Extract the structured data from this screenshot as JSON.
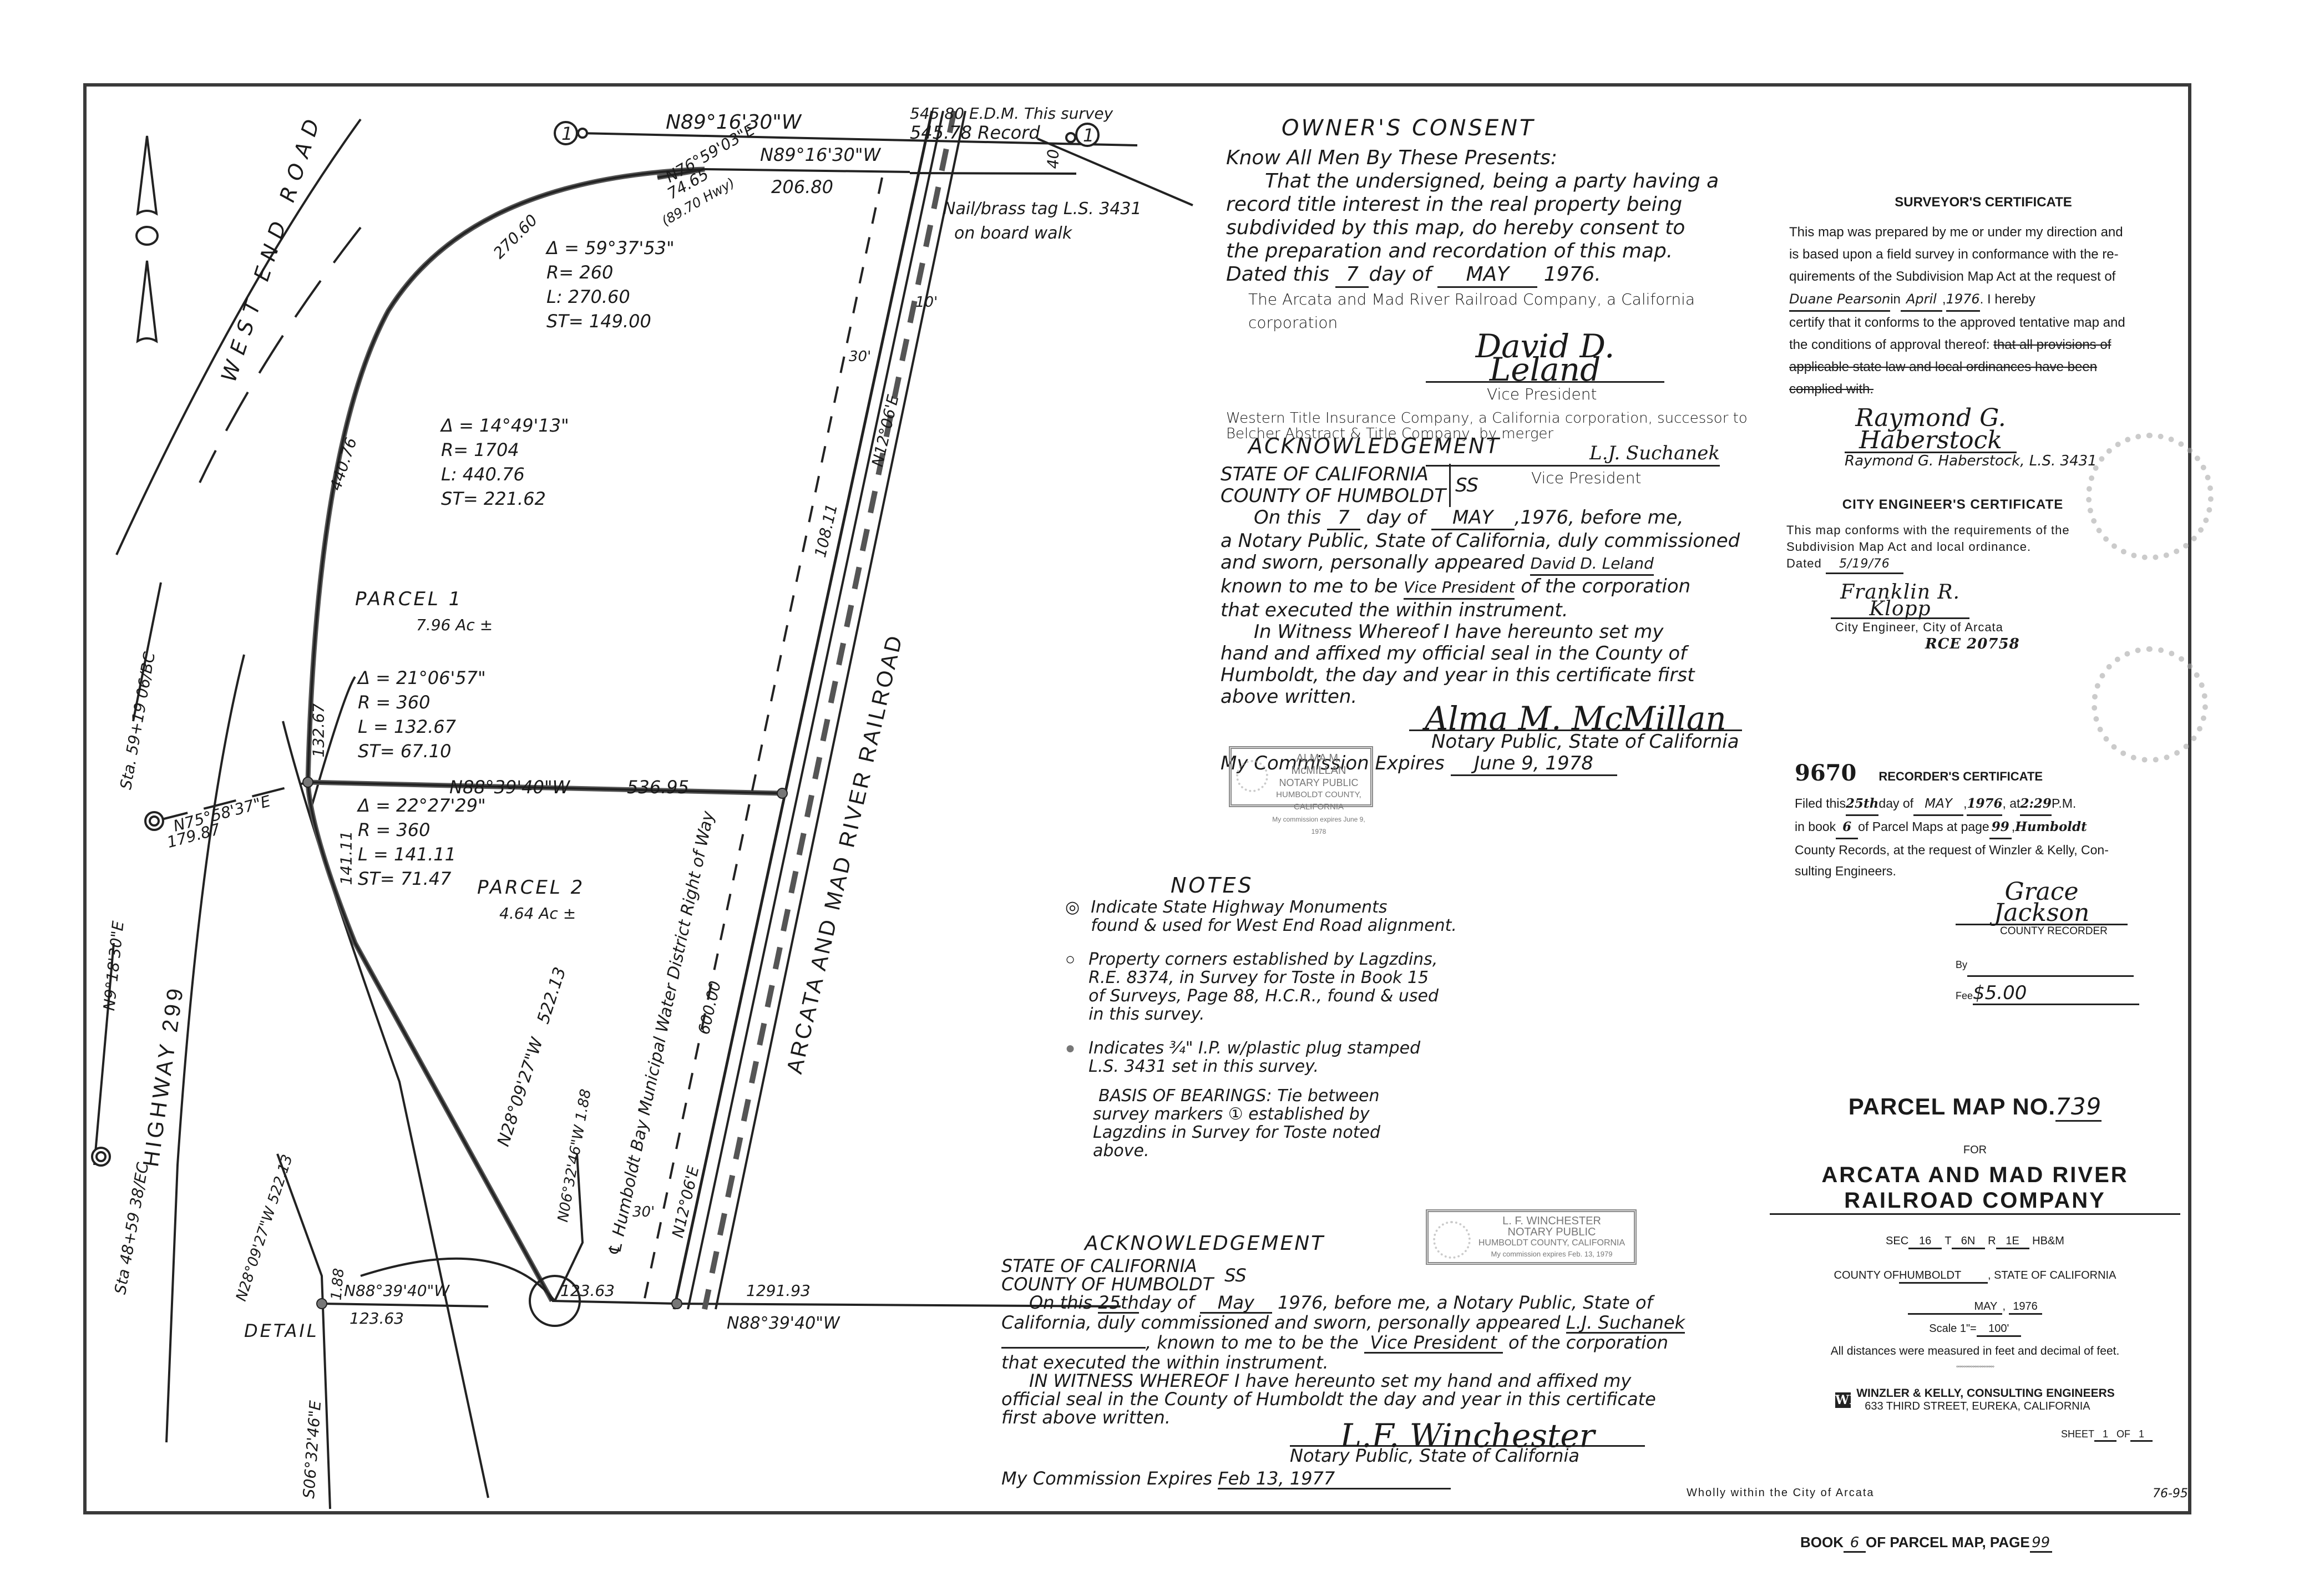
{
  "map": {
    "north_arrow": "north-arrow",
    "markers": {
      "survey_marker_label": "1"
    },
    "top_line": {
      "bearing": "N89°16'30\"W",
      "edm": "545.80 E.D.M. This survey",
      "record": "545.78 Record"
    },
    "north_boundary": {
      "bearing1": "N76°59'03\"E",
      "dist1": "74.65",
      "hwy": "(89.70 Hwy)",
      "bearing2": "N89°16'30\"W",
      "dist2": "206.80",
      "width": "40"
    },
    "nail_note": [
      "Nail/brass tag L.S. 3431",
      "on board walk"
    ],
    "curve1": {
      "delta": "Δ = 59°37'53\"",
      "r": "R= 260",
      "l": "L: 270.60",
      "st": "ST= 149.00",
      "arc": "270.60"
    },
    "curve2": {
      "delta": "Δ = 14°49'13\"",
      "r": "R= 1704",
      "l": "L: 440.76",
      "st": "ST= 221.62",
      "arc": "440.76"
    },
    "curve3": {
      "delta": "Δ = 21°06'57\"",
      "r": "R = 360",
      "l": "L = 132.67",
      "st": "ST= 67.10",
      "arc": "132.67"
    },
    "curve4": {
      "delta": "Δ = 22°27'29\"",
      "r": "R = 360",
      "l": "L = 141.11",
      "st": "ST= 71.47",
      "arc": "141.11"
    },
    "parcel1": {
      "name": "PARCEL 1",
      "area": "7.96 Ac ±"
    },
    "parcel2": {
      "name": "PARCEL 2",
      "area": "4.64 Ac ±"
    },
    "division_line": {
      "bearing": "N88°39'40\"W",
      "dist": "536.95"
    },
    "road_labels": {
      "west_end_road": "WEST END ROAD",
      "highway": "HIGHWAY 299",
      "railroad": "ARCATA AND MAD RIVER RAILROAD",
      "row": "℄ Humboldt Bay Municipal Water District Right of Way"
    },
    "east_line": {
      "bearing": "N12°06'E",
      "dist_north": "108.11",
      "dist_south": "600.00",
      "width10": "10'",
      "width30": "30'"
    },
    "west_line": {
      "bearing": "N28°09'27\"W",
      "dist": "522.13"
    },
    "south_line": {
      "dist1": "123.63",
      "dist2": "1291.93",
      "bearing": "N88°39'40\"W",
      "tie_bearing": "N06°32'46\"W",
      "tie_dist": "1.88"
    },
    "stations": {
      "sta1": "Sta. 59+19 06/BC",
      "sta1_bearing": "N75°58'37\"E",
      "sta1_dist": "179.87",
      "sta2": "Sta 48+59 38/EC",
      "hwy_bearing": "N9°18'30\"E"
    },
    "detail": {
      "label": "DETAIL",
      "bearing1": "N28°09'27\"W",
      "dist1": "522.13",
      "tie": "1.88",
      "bearing2": "N88°39'40\"W",
      "dist2": "123.63",
      "bearing3": "S06°32'46\"E"
    }
  },
  "owners_consent": {
    "title": "OWNER'S CONSENT",
    "lines": [
      "Know All Men By These Presents:",
      "That the undersigned, being a party having a",
      "record title interest in the real property being",
      "subdivided by this map, do hereby consent to",
      "the preparation and recordation of this map."
    ],
    "dated_prefix": "Dated this",
    "day": "7",
    "day_of": "day of",
    "month": "MAY",
    "year": "1976.",
    "company1": "The Arcata and Mad River Railroad Company, a California corporation",
    "sig1": "David D. Leland",
    "title1": "Vice President",
    "company2a": "Western Title Insurance Company, a California corporation, successor to",
    "company2b": "Belcher Abstract & Title Company, by merger",
    "sig2": "L.J. Suchanek",
    "title2": "Vice President"
  },
  "ack1": {
    "title": "ACKNOWLEDGEMENT",
    "state": "STATE OF CALIFORNIA",
    "county": "COUNTY OF HUMBOLDT",
    "ss": "SS",
    "l1a": "On this",
    "day": "7",
    "l1b": "day of",
    "month": "MAY",
    "l1c": ",1976, before me,",
    "l2": "a Notary Public, State of California, duly commissioned",
    "l3a": "and sworn, personally appeared",
    "person": "David D. Leland",
    "l4a": "known to me to be",
    "role": "Vice President",
    "l4b": "of the corporation",
    "l5": "that executed the within instrument.",
    "l6": "In Witness Whereof I have hereunto set my",
    "l7": "hand and affixed my official seal in the County of",
    "l8": "Humboldt, the day and year in this certificate first",
    "l9": "above written.",
    "sig": "Alma M. McMillan",
    "sig_title": "Notary Public, State of California",
    "exp_label": "My Commission Expires",
    "exp": "June 9, 1978",
    "stamp": [
      "ALMA M. McMILLAN",
      "NOTARY PUBLIC",
      "HUMBOLDT COUNTY, CALIFORNIA",
      "My commission expires June 9, 1978"
    ]
  },
  "notes": {
    "title": "NOTES",
    "n1": [
      "Indicate State Highway Monuments",
      "found & used for West End Road alignment."
    ],
    "n2": [
      "Property corners established by Lagzdins,",
      "R.E. 8374, in Survey for Toste in Book 15",
      "of Surveys, Page 88, H.C.R., found & used",
      "in this survey."
    ],
    "n3": [
      "Indicates ¾\" I.P. w/plastic plug stamped",
      "L.S. 3431 set in this survey."
    ],
    "bob_title": "BASIS OF BEARINGS:",
    "bob": [
      "Tie between",
      "survey markers ① established by",
      "Lagzdins in Survey for Toste noted",
      "above."
    ]
  },
  "ack2": {
    "title": "ACKNOWLEDGEMENT",
    "state": "STATE OF CALIFORNIA",
    "county": "COUNTY OF HUMBOLDT",
    "ss": "SS",
    "l1a": "On this",
    "day": "25th",
    "l1b": "day of",
    "month": "May",
    "l1c": "1976, before me, a Notary Public, State of",
    "l2a": "California, duly commissioned and sworn, personally appeared",
    "person": "L.J. Suchanek",
    "l3a": ", known to me to be the",
    "role": "Vice President",
    "l3b": "of the corporation",
    "l4": "that executed the within instrument.",
    "l5": "IN WITNESS WHEREOF I have hereunto set my hand and affixed my",
    "l6": "official seal in the County of Humboldt the day and year in this certificate",
    "l7": "first above written.",
    "sig": "L.F. Winchester",
    "sig_title": "Notary Public, State of California",
    "exp_label": "My Commission Expires",
    "exp": "Feb 13, 1977",
    "stamp": [
      "L. F. WINCHESTER",
      "NOTARY PUBLIC",
      "HUMBOLDT COUNTY, CALIFORNIA",
      "My commission expires Feb. 13, 1979"
    ]
  },
  "surveyor": {
    "title": "SURVEYOR'S CERTIFICATE",
    "l1": "This map was prepared by me or under my direction and",
    "l2": "is based upon a field survey in conformance with the re-",
    "l3": "quirements of the Subdivision Map Act at the request of",
    "client": "Duane Pearson",
    "in": "in",
    "month": "April",
    "year": "1976",
    "l4b": ". I hereby",
    "l5": "certify that it conforms to the approved tentative map and",
    "l6a": "the conditions of approval thereof:",
    "l6b": "that all provisions of",
    "l7": "applicable state law and local ordinances have been",
    "l8": "complied with.",
    "sig": "Raymond G. Haberstock",
    "name": "Raymond G. Haberstock, L.S. 3431"
  },
  "city_engineer": {
    "title": "CITY ENGINEER'S CERTIFICATE",
    "l1": "This map conforms with the requirements of the",
    "l2": "Subdivision Map Act and local ordinance.",
    "dated_label": "Dated",
    "date": "5/19/76",
    "sig": "Franklin R. Klopp",
    "sig_title": "City Engineer, City of Arcata",
    "rce": "RCE 20758"
  },
  "recorder": {
    "number": "9670",
    "title": "RECORDER'S CERTIFICATE",
    "l1a": "Filed this",
    "day": "25th",
    "l1b": "day of",
    "month": "MAY",
    "year": "1976",
    "l1c": ", at",
    "time": "2:29",
    "ampm": "P.M.",
    "l2a": "in book",
    "book": "6",
    "l2b": "of Parcel Maps at page",
    "page": "99",
    "county": "Humboldt",
    "l3": "County Records, at the request of Winzler & Kelly, Con-",
    "l4": "sulting Engineers.",
    "sig": "Grace Jackson",
    "sig_title": "COUNTY RECORDER",
    "by_label": "By",
    "fee_label": "Fee",
    "fee": "$5.00"
  },
  "title_block": {
    "heading": "PARCEL MAP NO.",
    "number": "739",
    "for": "FOR",
    "company1": "ARCATA AND MAD RIVER",
    "company2": "RAILROAD COMPANY",
    "sec_label": "SEC",
    "sec": "16",
    "t_label": "T",
    "t": "6N",
    "r_label": "R",
    "r": "1E",
    "meridian": "HB&M",
    "county_label": "COUNTY OF",
    "county": "HUMBOLDT",
    "state": ", STATE OF CALIFORNIA",
    "month": "MAY",
    "year": "1976",
    "scale_label": "Scale 1\"=",
    "scale": "100'",
    "distances_note": "All distances were measured in feet and decimal of feet.",
    "firm_logo": "WK",
    "firm": "WINZLER & KELLY, CONSULTING ENGINEERS",
    "address": "633 THIRD STREET, EUREKA, CALIFORNIA",
    "sheet_label": "SHEET",
    "sheet": "1",
    "of_label": "OF",
    "sheets": "1",
    "city_note": "Wholly within the City of Arcata",
    "job": "76-95"
  },
  "footer": {
    "book_label": "BOOK",
    "book": "6",
    "mid": "OF PARCEL MAP, PAGE",
    "page": "99"
  }
}
